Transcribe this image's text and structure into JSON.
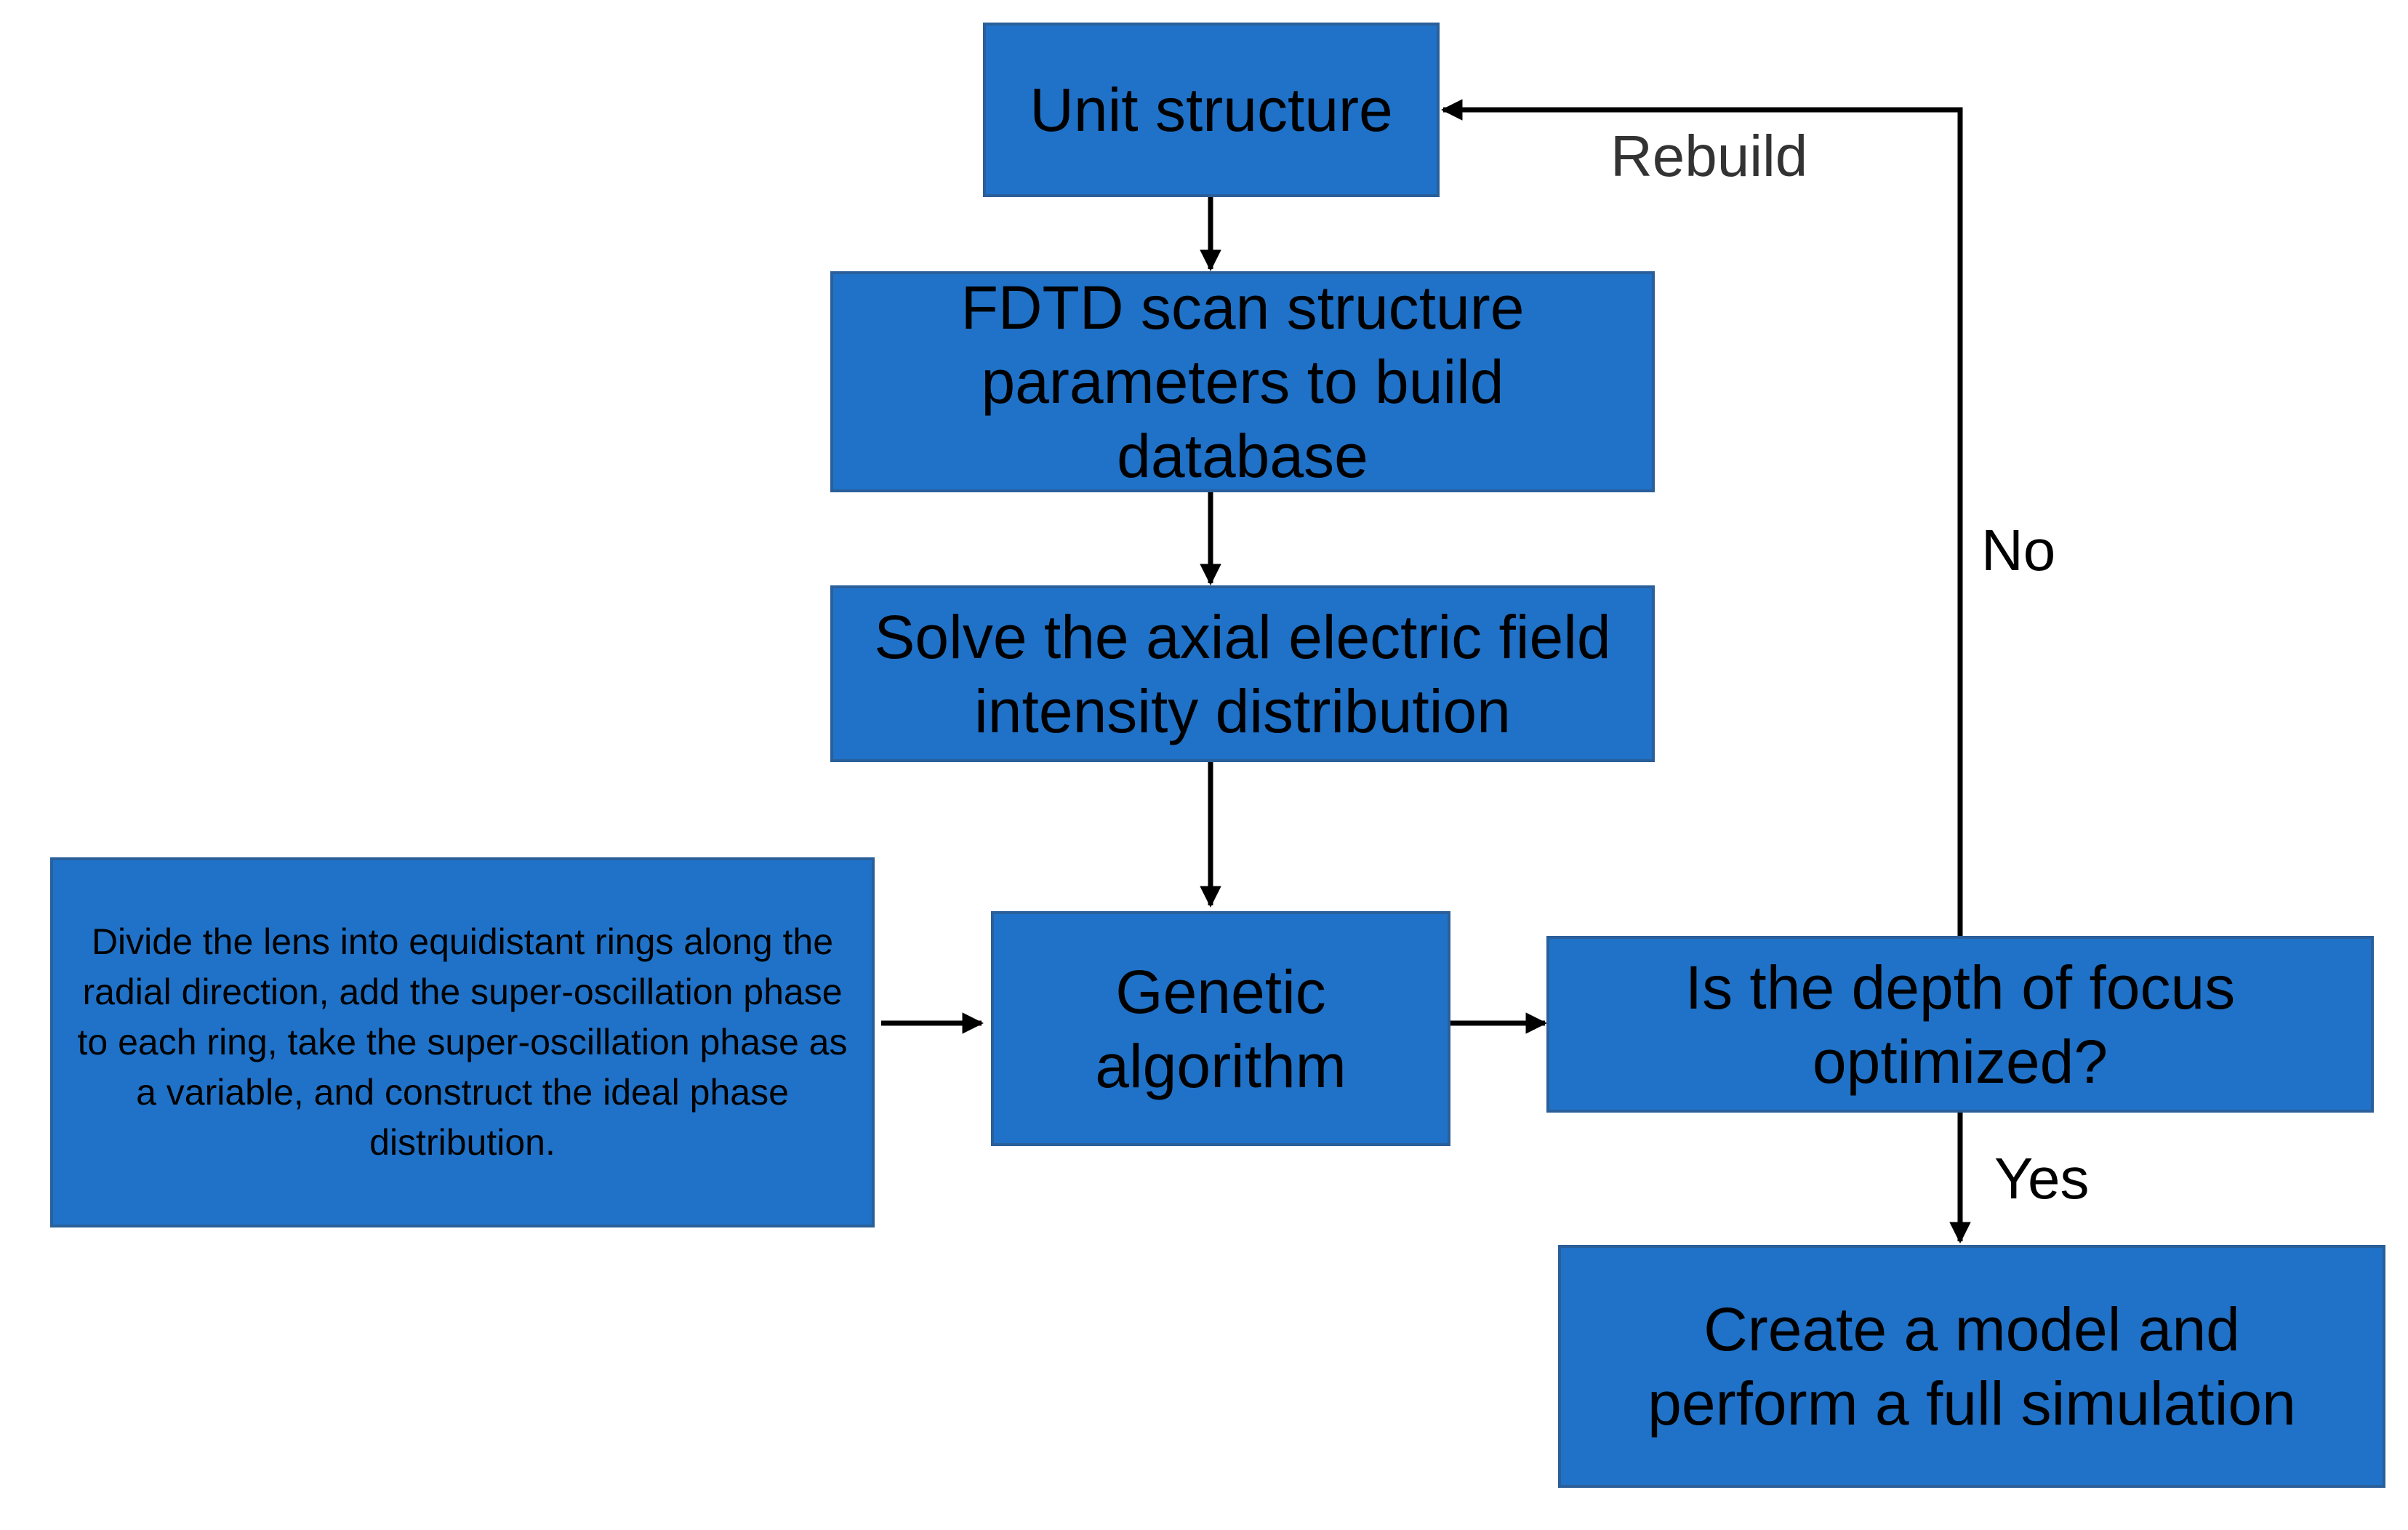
{
  "colors": {
    "box_fill": "#1f72c8",
    "box_border": "#2a5f9a",
    "arrow": "#000000",
    "text": "#000000",
    "rebuild_text": "#333333"
  },
  "nodes": {
    "unit_structure": "Unit structure",
    "fdtd_scan": "FDTD scan structure parameters to build database",
    "solve_field": "Solve the axial electric field intensity distribution",
    "divide_lens": "Divide the lens into equidistant rings along the radial direction, add the super-oscillation phase to each ring, take the super-oscillation phase as a variable, and construct the ideal phase distribution.",
    "genetic_algorithm": "Genetic algorithm",
    "depth_of_focus_question": "Is the depth of focus optimized?",
    "full_simulation": "Create a model and perform a full simulation"
  },
  "labels": {
    "rebuild": "Rebuild",
    "no": "No",
    "yes": "Yes"
  }
}
